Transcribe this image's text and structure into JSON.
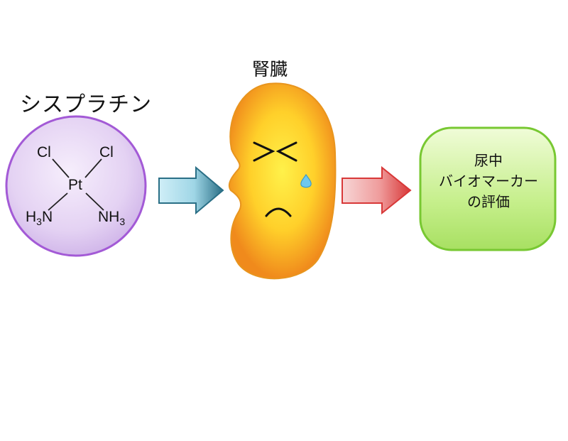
{
  "drug": {
    "name": "シスプラチン",
    "structure": {
      "center": "Pt",
      "top_left": "Cl",
      "top_right": "Cl",
      "bottom_left_main": "H",
      "bottom_left_sub": "3",
      "bottom_left_tail": "N",
      "bottom_right_main": "NH",
      "bottom_right_sub": "3"
    }
  },
  "organ": {
    "name": "腎臓",
    "face_eyes": "＞＜",
    "colors": {
      "fill_outer": "#f08a1c",
      "fill_inner": "#ffe13a",
      "tear": "#6ec8ee"
    }
  },
  "result": {
    "lines": [
      "尿中",
      "バイオマーカー",
      "の評価"
    ],
    "colors": {
      "fill": "#bff07a",
      "stroke": "#78c832"
    }
  },
  "arrows": {
    "first_color": "#2a6f86",
    "second_color": "#d83838"
  }
}
